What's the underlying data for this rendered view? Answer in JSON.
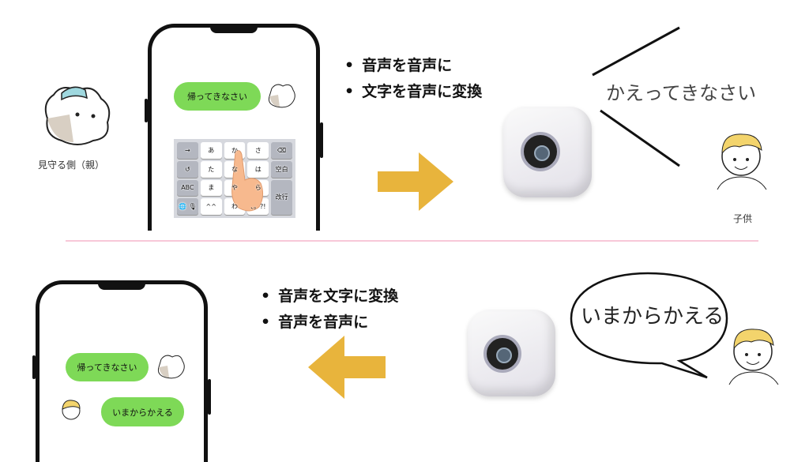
{
  "top": {
    "parent_label": "見守る側（親）",
    "child_label": "子供",
    "chat_bubble": "帰ってきなさい",
    "bullets": [
      "音声を音声に",
      "文字を音声に変換"
    ],
    "spoken_text": "かえってきなさい",
    "keyboard": [
      "→",
      "あ",
      "か",
      "さ",
      "⌫",
      "↺",
      "た",
      "な",
      "は",
      "空白",
      "ABC",
      "ま",
      "や",
      "ら",
      "改行",
      "🌐 🎙",
      "^^",
      "わ",
      "、。?!",
      ""
    ]
  },
  "bottom": {
    "chat_bubbles": [
      "帰ってきなさい",
      "いまからかえる"
    ],
    "bullets": [
      "音声を文字に変換",
      "音声を音声に"
    ],
    "speech_bubble": "いまからかえる"
  },
  "colors": {
    "arrow": "#e8b43c",
    "bubble": "#7ed957",
    "divider": "#f8c8d8"
  }
}
